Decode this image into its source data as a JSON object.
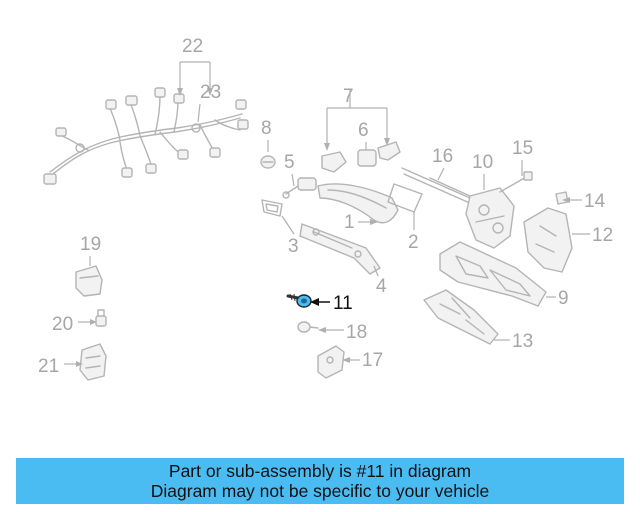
{
  "callouts": {
    "n1": "1",
    "n2": "2",
    "n3": "3",
    "n4": "4",
    "n5": "5",
    "n6": "6",
    "n7": "7",
    "n8": "8",
    "n9": "9",
    "n10": "10",
    "n11": "11",
    "n12": "12",
    "n13": "13",
    "n14": "14",
    "n15": "15",
    "n16": "16",
    "n17": "17",
    "n18": "18",
    "n19": "19",
    "n20": "20",
    "n21": "21",
    "n22": "22",
    "n23": "23"
  },
  "highlight": {
    "part": "11",
    "color": "#4bbcf2"
  },
  "banner": {
    "line1": "Part or sub-assembly is #11 in diagram",
    "line2": "Diagram may not be specific to your vehicle",
    "color": "#4bbcf2"
  }
}
